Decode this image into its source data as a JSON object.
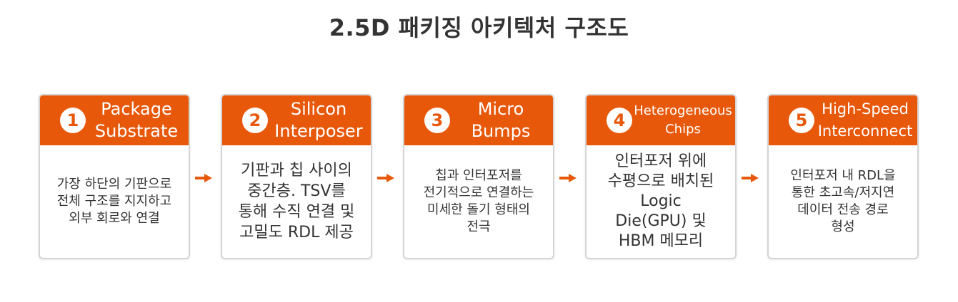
{
  "title": "2.5D 패키징 아키텍처 구조도",
  "colors": {
    "accent": "#e8580a",
    "border": "#d4d4d4",
    "text": "#333333"
  },
  "steps": [
    {
      "number": "1",
      "title_lines": [
        "Package",
        "Substrate"
      ],
      "description": "가장 하단의 기판으로\n전체 구조를 지지하고\n외부 회로와 연결"
    },
    {
      "number": "2",
      "title_lines": [
        "Silicon",
        "Interposer"
      ],
      "description": "기판과 칩 사이의\n중간층. TSV를\n통해 수직 연결 및\n고밀도 RDL 제공"
    },
    {
      "number": "3",
      "title_lines": [
        "Micro",
        "Bumps"
      ],
      "description": "칩과 인터포저를\n전기적으로 연결하는\n미세한 돌기 형태의\n전극"
    },
    {
      "number": "4",
      "title_lines": [
        "Heterogeneous",
        "Chips"
      ],
      "description": "인터포저 위에\n수평으로 배치된\nLogic\nDie(GPU) 및\nHBM 메모리"
    },
    {
      "number": "5",
      "title_lines": [
        "High-Speed",
        "Interconnect"
      ],
      "description": "인터포저 내 RDL을\n통한 초고속/저지연\n데이터 전송 경로\n형성"
    }
  ],
  "icons": {
    "flow_arrow": "arrow-right-icon"
  }
}
